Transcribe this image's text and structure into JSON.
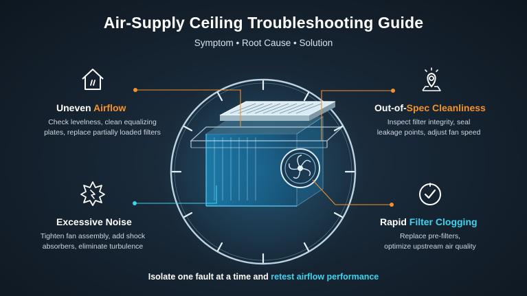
{
  "header": {
    "title": "Air-Supply Ceiling Troubleshooting Guide",
    "subtitle": "Symptom • Root Cause • Solution"
  },
  "items": [
    {
      "icon": "house-icon",
      "title_plain": "Uneven ",
      "title_accent": "Airflow",
      "accent_color": "#f3922c",
      "line1": "Check levelness, clean equalizing",
      "line2": "plates, replace partially loaded filters"
    },
    {
      "icon": "location-pin-icon",
      "title_plain": "Out-of-",
      "title_accent": "Spec Cleanliness",
      "accent_color": "#f3922c",
      "line1": "Inspect filter integrity, seal",
      "line2": "leakage points, adjust fan speed"
    },
    {
      "icon": "noise-burst-icon",
      "title_plain": "Excessive Noise",
      "title_accent": "",
      "accent_color": "#3fd3ee",
      "line1": "Tighten fan assembly, add shock",
      "line2": "absorbers, eliminate turbulence"
    },
    {
      "icon": "checkmark-circle-icon",
      "title_plain": "Rapid ",
      "title_accent": "Filter Clogging",
      "accent_color": "#3fd3ee",
      "line1": "Replace pre-filters,",
      "line2": "optimize upstream air quality"
    }
  ],
  "footer": {
    "plain": "Isolate one fault at a time and ",
    "accent": "retest airflow performance"
  },
  "colors": {
    "orange": "#f3922c",
    "cyan": "#3fd3ee",
    "background": "#15222f"
  }
}
